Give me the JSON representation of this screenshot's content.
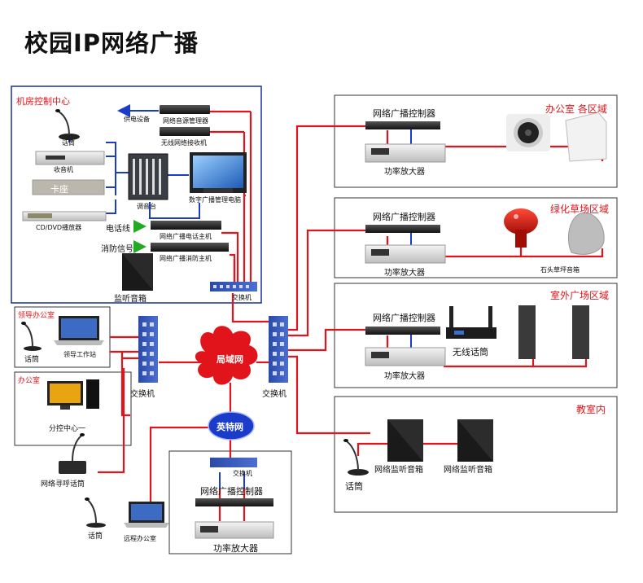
{
  "page": {
    "title": "校园IP网络广播"
  },
  "control_center": {
    "title": "机房控制中心",
    "power_device": "供电设备",
    "audio_source_server": "网络音源管理器",
    "wireless_receiver": "无线网络接收机",
    "mic": "话筒",
    "radio": "收音机",
    "cassette": "卡座",
    "dvd": "CD/DVD播放器",
    "mixer": "调音台",
    "pc": "数字广播管理电脑",
    "phone_line": "电话线",
    "phone_host": "网络广播电话主机",
    "fire_signal": "消防信号",
    "fire_host": "网络广播消防主机",
    "monitor_speaker": "监听音箱",
    "switch": "交换机"
  },
  "leader_office": {
    "title": "领导办公室",
    "mic": "话筒",
    "workstation": "领导工作站"
  },
  "office": {
    "title": "办公室",
    "sub_control": "分控中心一"
  },
  "paging_mic": "网络寻呼话筒",
  "remote": {
    "mic": "话筒",
    "office": "远程办公室"
  },
  "network": {
    "lan": "局域网",
    "internet": "英特网",
    "switch_left": "交换机",
    "switch_right": "交换机"
  },
  "remote_site": {
    "switch": "交换机",
    "controller": "网络广播控制器",
    "amp": "功率放大器"
  },
  "zones": [
    {
      "title": "办公室 各区域",
      "controller": "网络广播控制器",
      "amp": "功率放大器"
    },
    {
      "title": "绿化草场区域",
      "controller": "网络广播控制器",
      "amp": "功率放大器",
      "speaker": "石头草坪音箱"
    },
    {
      "title": "室外广场区域",
      "controller": "网络广播控制器",
      "amp": "功率放大器",
      "wireless_mic": "无线话筒"
    },
    {
      "title": "教室内",
      "monitor1": "网络监听音箱",
      "monitor2": "网络监听音箱",
      "mic": "话筒"
    }
  ],
  "colors": {
    "accent_red": "#e2141b",
    "wire_blue": "#1a3cc8",
    "frame_blue": "#1c2f9b",
    "wire_green": "#22aa22"
  }
}
